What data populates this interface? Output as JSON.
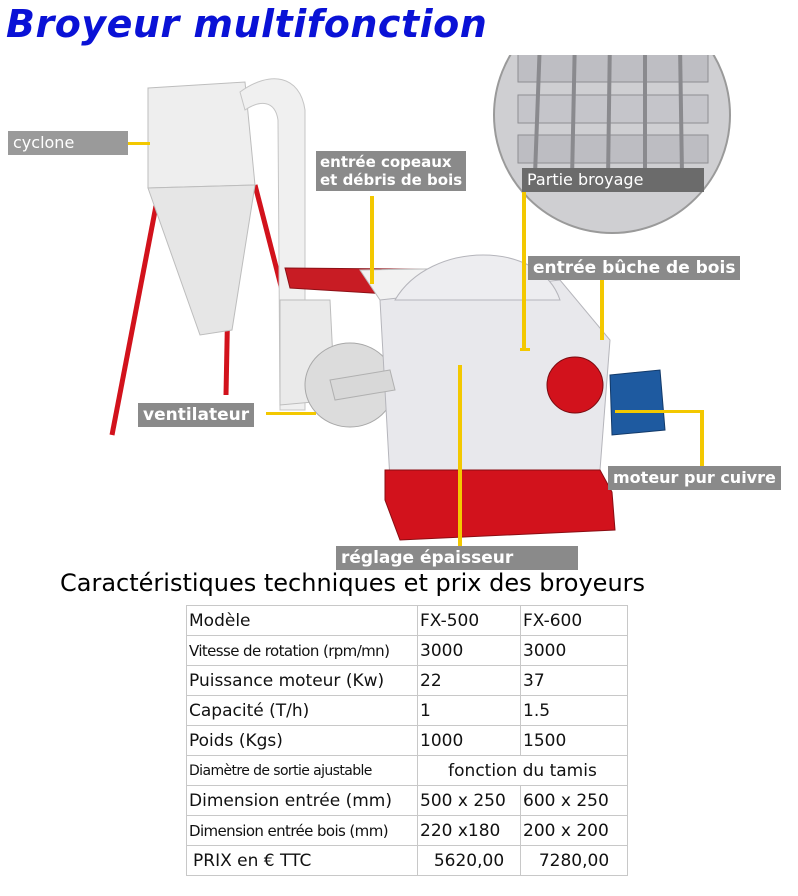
{
  "title": "Broyeur multifonction",
  "labels": {
    "cyclone": "cyclone",
    "entree_copeaux_line1": "entrée copeaux",
    "entree_copeaux_line2": "et débris de bois",
    "partie_broyage": "Partie broyage",
    "entree_buche": "entrée bûche de bois",
    "ventilateur": "ventilateur",
    "moteur": "moteur pur cuivre",
    "reglage": "réglage épaisseur"
  },
  "spec_title": "Caractéristiques techniques et prix des broyeurs",
  "table": {
    "rows": [
      [
        "Modèle",
        "FX-500",
        "FX-600"
      ],
      [
        "Vitesse de rotation (rpm/mn)",
        "3000",
        "3000"
      ],
      [
        "Puissance moteur (Kw)",
        "22",
        "37"
      ],
      [
        "Capacité (T/h)",
        "1",
        "1.5"
      ],
      [
        "Poids (Kgs)",
        "1000",
        "1500"
      ],
      [
        "Diamètre de sortie ajustable",
        "fonction du tamis"
      ],
      [
        "Dimension entrée (mm)",
        "500 x 250",
        "600 x 250"
      ],
      [
        "Dimension entrée bois (mm)",
        "220 x180",
        "200 x 200"
      ],
      [
        "PRIX en € TTC",
        "5620,00",
        "7280,00"
      ]
    ]
  },
  "colors": {
    "title": "#0a12d6",
    "label_bg": "#8a8a8a",
    "leader_line": "#f3c800",
    "machine_red": "#c8141e",
    "machine_body": "#e8e8ec"
  }
}
